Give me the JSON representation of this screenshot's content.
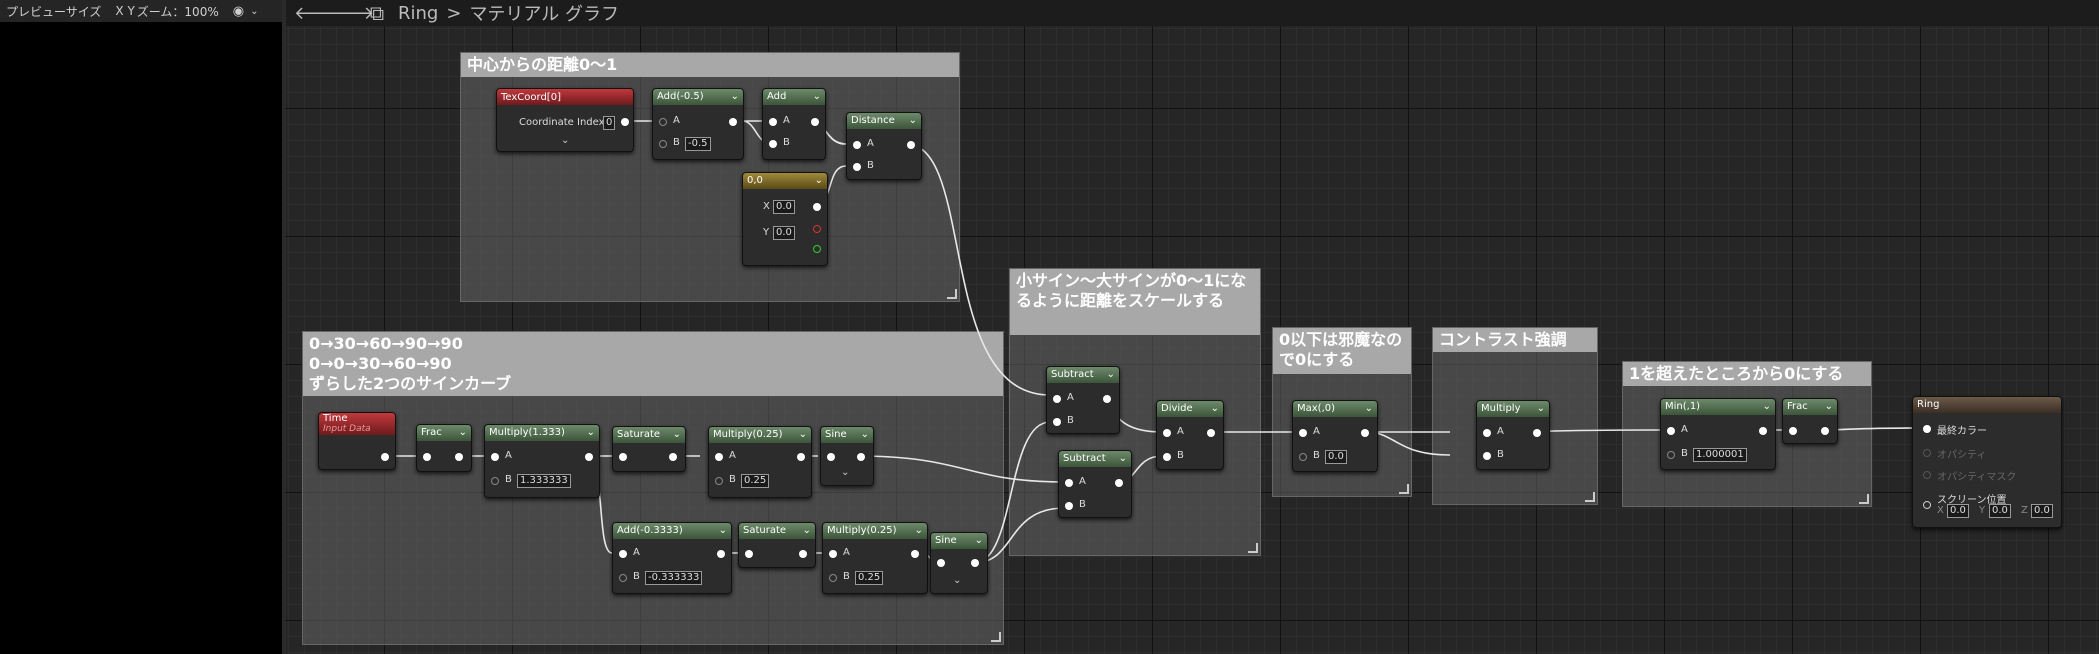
{
  "preview": {
    "size_label": "プレビューサイズ",
    "axis_label": "X  Y",
    "zoom_label": "ズーム：100%"
  },
  "toolbar": {
    "back_icon": "arrow-left-icon",
    "forward_icon": "arrow-right-icon",
    "graph_icon": "material-graph-icon",
    "breadcrumb_asset": "Ring",
    "breadcrumb_sep": ">",
    "breadcrumb_graph": "マテリアル グラフ"
  },
  "comments": {
    "c1": "中心からの距離0～1",
    "c2_line1": "0→30→60→90→90",
    "c2_line2": "0→0→30→60→90",
    "c2_line3": "ずらした2つのサインカーブ",
    "c3": "小サイン～大サインが0～1になるように距離をスケールする",
    "c4": "0以下は邪魔なので0にする",
    "c5": "コントラスト強調",
    "c6": "1を超えたところから0にする"
  },
  "nodes": {
    "texcoord": {
      "title": "TexCoord[0]",
      "coord_label": "Coordinate Index",
      "coord_value": "0"
    },
    "add1": {
      "title": "Add(-0.5)",
      "a": "A",
      "b": "B",
      "b_value": "-0.5"
    },
    "add2": {
      "title": "Add",
      "a": "A",
      "b": "B"
    },
    "const": {
      "title": "0,0",
      "x": "X",
      "x_value": "0.0",
      "y": "Y",
      "y_value": "0.0"
    },
    "distance": {
      "title": "Distance",
      "a": "A",
      "b": "B"
    },
    "time": {
      "title": "Time",
      "subtitle": "Input Data"
    },
    "frac1": {
      "title": "Frac"
    },
    "mul1": {
      "title": "Multiply(1.333)",
      "a": "A",
      "b": "B",
      "b_value": "1.333333"
    },
    "sat1": {
      "title": "Saturate"
    },
    "mul2": {
      "title": "Multiply(0.25)",
      "a": "A",
      "b": "B",
      "b_value": "0.25"
    },
    "sine1": {
      "title": "Sine"
    },
    "add3": {
      "title": "Add(-0.3333)",
      "a": "A",
      "b": "B",
      "b_value": "-0.333333"
    },
    "sat2": {
      "title": "Saturate"
    },
    "mul3": {
      "title": "Multiply(0.25)",
      "a": "A",
      "b": "B",
      "b_value": "0.25"
    },
    "sine2": {
      "title": "Sine"
    },
    "sub1": {
      "title": "Subtract",
      "a": "A",
      "b": "B"
    },
    "sub2": {
      "title": "Subtract",
      "a": "A",
      "b": "B"
    },
    "divide": {
      "title": "Divide",
      "a": "A",
      "b": "B"
    },
    "max": {
      "title": "Max(,0)",
      "a": "A",
      "b": "B",
      "b_value": "0.0"
    },
    "mul4": {
      "title": "Multiply",
      "a": "A",
      "b": "B"
    },
    "min": {
      "title": "Min(,1)",
      "a": "A",
      "b": "B",
      "b_value": "1.000001"
    },
    "frac2": {
      "title": "Frac"
    },
    "result": {
      "title": "Ring",
      "final_color": "最終カラー",
      "opacity": "オパシティ",
      "opacity_mask": "オパシティマスク",
      "screen_pos": "スクリーン位置",
      "x": "X",
      "x_value": "0.0",
      "y": "Y",
      "y_value": "0.0",
      "z": "Z",
      "z_value": "0.0"
    }
  },
  "colors": {
    "graph_bg": "#262626",
    "comment_title": "#a8a8a8",
    "node_header_green": "#4f6b4c",
    "node_header_red": "#9e2a2d"
  }
}
